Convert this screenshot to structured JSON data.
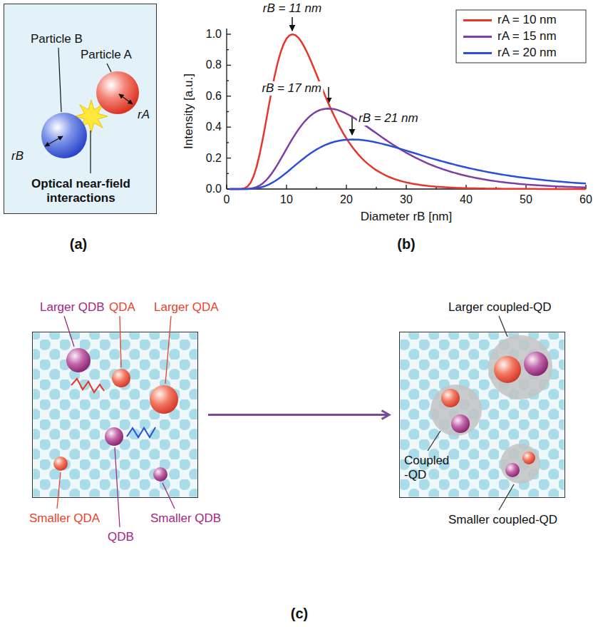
{
  "diagram": {
    "nodes": [
      {
        "text": [
          "Particle B",
          "Particle A",
          "rA",
          "rB",
          "Optical near-field interactions"
        ]
      },
      {
        "text": [
          "Larger QDB",
          "QDA",
          "Larger QDA",
          "Smaller QDA",
          "QDB",
          "Smaller QDB"
        ]
      },
      {
        "text": [
          "Larger coupled-QD",
          "Coupled -QD",
          "Smaller coupled-QD"
        ]
      }
    ],
    "edges": [
      {
        "from": 1,
        "to": 2,
        "arrow": "to"
      }
    ],
    "labels": [
      "(a)",
      "(b)",
      "(c)",
      "rB = 11 nm",
      "rB = 17 nm",
      "rB = 21 nm",
      "Intensity [a.u.]",
      "Diameter rB [nm]",
      "0.0",
      "0.2",
      "0.4",
      "0.6",
      "0.8",
      "1.0",
      "0",
      "10",
      "20",
      "30",
      "40",
      "50",
      "60"
    ],
    "legend": [
      {
        "text": "rA = 10 nm",
        "color": "#e8352b"
      },
      {
        "text": "rA = 15 nm",
        "color": "#7e3fa4"
      },
      {
        "text": "rA = 20 nm",
        "color": "#2b4fd6"
      }
    ]
  }
}
